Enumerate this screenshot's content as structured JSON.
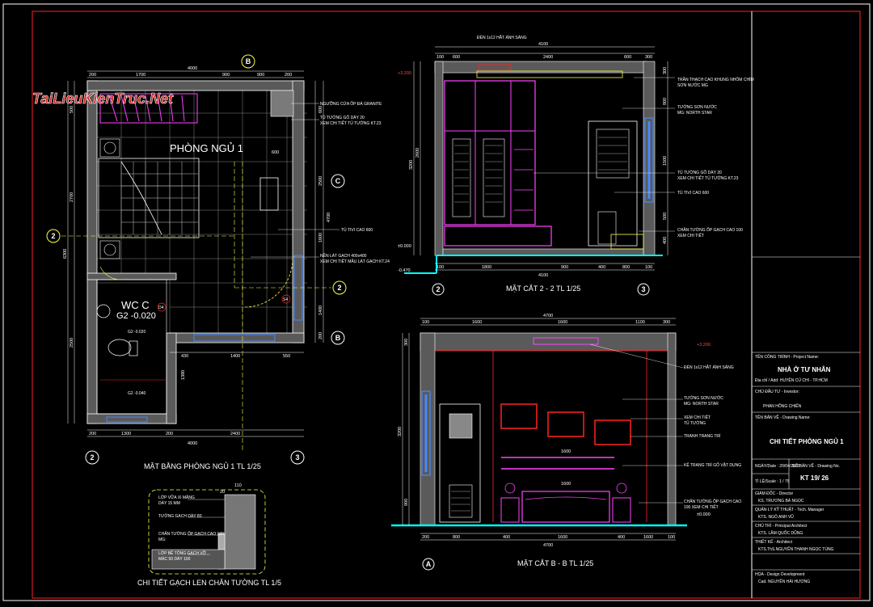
{
  "watermark": "TaiLieuKienTruc.Net",
  "plan": {
    "title": "MẶT BẰNG PHÒNG NGỦ 1  TL 1/25",
    "room_name": "PHÒNG NGỦ 1",
    "wc_name": "WC C",
    "wc_level": "G2  -0.020",
    "level_small": "G2 -0.020",
    "level_small2": "G2 -0.040",
    "tag_s4": "S4",
    "tag_d4": "D4",
    "top_dims": [
      "200",
      "1700",
      "900",
      "900",
      "200"
    ],
    "top_total": "4000",
    "right_dims": [
      "600",
      "2500",
      "1600",
      "1400",
      "200"
    ],
    "right_total": "4700",
    "left_dims": [
      "500",
      "2700",
      "2500"
    ],
    "left_total": "6300",
    "bottom_dims": [
      "200",
      "1300",
      "200",
      "2400"
    ],
    "bottom_total": "4000",
    "mid_dims": [
      "430",
      "1400",
      "550"
    ],
    "dim_600": "600",
    "dim_1380": "1380",
    "notes": [
      "NGƯỠNG CỬA ỐP ĐÁ GRANITE",
      "TỦ TƯỜNG GỖ DÀY 20",
      "XEM CHI TIẾT TỦ TƯỜNG KT.23",
      "TỦ TIVI CAO 600",
      "NỀN LÁT GẠCH 400x400",
      "XEM CHI TIẾT MẪU LÁT GẠCH KT.24"
    ]
  },
  "section22": {
    "title": "MẶT CẮT 2 - 2  TL 1/25",
    "top_note": "ĐÈN 1x12 HẮT ÁNH SÁNG",
    "top_total": "4100",
    "top_dims": [
      "100",
      "600",
      "2400",
      "600",
      "300"
    ],
    "left_dims": [
      "3200",
      "2600"
    ],
    "right_dims": [
      "300",
      "800",
      "1500",
      "500",
      "400"
    ],
    "bottom_dims": [
      "100",
      "1800",
      "900",
      "400",
      "800",
      "100"
    ],
    "bottom_total": "4100",
    "level_top": "+3.200",
    "level_zero": "±0.000",
    "level_neg": "-0.470",
    "notes": [
      "TRẦN THẠCH CAO KHUNG NHÔM CHÌM",
      "SƠN NƯỚC MG",
      "TƯỜNG SƠN NƯỚC",
      "MG: NORTH STAR",
      "TỦ TƯỜNG GỖ DÀY 20",
      "XEM CHI TIẾT TỦ TƯỜNG KT.23",
      "TỦ TIVI CAO 600",
      "CHÂN TƯỜNG ỐP GẠCH CAO 100",
      "XEM CHI TIẾT"
    ]
  },
  "sectionBB": {
    "title": "MẶT CẮT B - B  TL 1/25",
    "top_total": "4700",
    "top_dims": [
      "100",
      "1600",
      "1600",
      "1100",
      "300"
    ],
    "left_dims": [
      "300",
      "3200",
      "900"
    ],
    "bottom_dims": [
      "200",
      "800",
      "400",
      "1600",
      "400",
      "1600",
      "100"
    ],
    "bottom_total": "4700",
    "dim_1600": "1600",
    "dim_1600b": "1600",
    "level_top": "+3.200",
    "level_zero": "±0.000",
    "notes": [
      "ĐÈN 1x12 HẮT ÁNH SÁNG",
      "TƯỜNG SƠN NƯỚC",
      "MG: NORTH STAR",
      "XEM CHI TIẾT",
      "TỦ TƯỜNG",
      "TRANH TRANG TRÍ",
      "KỆ TRANG TRÍ GỖ VẬT DỤNG",
      "CHÂN TƯỜNG ỐP GẠCH CAO",
      "100 XEM CHI TIẾT"
    ]
  },
  "detail": {
    "title": "CHI TIẾT GẠCH LEN CHÂN TƯỜNG TL 1/5",
    "notes": [
      "LỚP VỮA XI MĂNG",
      "DÀY 15 MM",
      "TƯỜNG GẠCH DÀY 80",
      "CHÂN TƯỜNG ỐP GẠCH CAO 100",
      "MG:",
      "LỚP BÊ TÔNG GẠCH VỠ",
      "MÁC 50 DÀY 100"
    ],
    "dims": [
      "110",
      "20"
    ]
  },
  "axes": {
    "B": "B",
    "C": "C",
    "two": "2",
    "three": "3",
    "A": "A"
  },
  "titleblock": {
    "project_label": "TÊN CÔNG TRÌNH - Project Name:",
    "project": "NHÀ Ở TƯ NHÂN",
    "location": "Địa chỉ / Add: HUYỆN CỦ CHI - TP.HCM",
    "owner_label": "CHỦ ĐẦU TƯ - Investor:",
    "owner": "PHAN HỒNG CHIẾN",
    "drawing_label": "TÊN BẢN VẼ - Drawing Name:",
    "drawing": "CHI TIẾT PHÒNG NGỦ 1",
    "date": "NGÀY/Date : 20/04/2020",
    "scale": "TỈ LỆ/Scale :  1 / 75",
    "sheet_label": "SỐ BẢN VẼ - Drawing No.",
    "sheet_no": "KT  19/ 26",
    "director_label": "GIÁM ĐỐC - Director",
    "director": "KS. TRƯƠNG BÁ NGỌC",
    "manager_label": "QUẢN LÝ KỸ THUẬT - Tech. Manager",
    "manager": "KTS. NGÔ ANH VŨ",
    "chief_label": "CHỦ TRÌ - Principal Architect",
    "chief": "KTS. LÂM QUỐC DŨNG",
    "designer_label": "THIẾT KẾ - Architect",
    "designer": "KTS.ThS.NGUYỄN THANH NGỌC TÙNG",
    "drafter_label": "HỌA - Design Development",
    "drafter": "Cad. NGUYỄN HẢI HƯƠNG"
  }
}
